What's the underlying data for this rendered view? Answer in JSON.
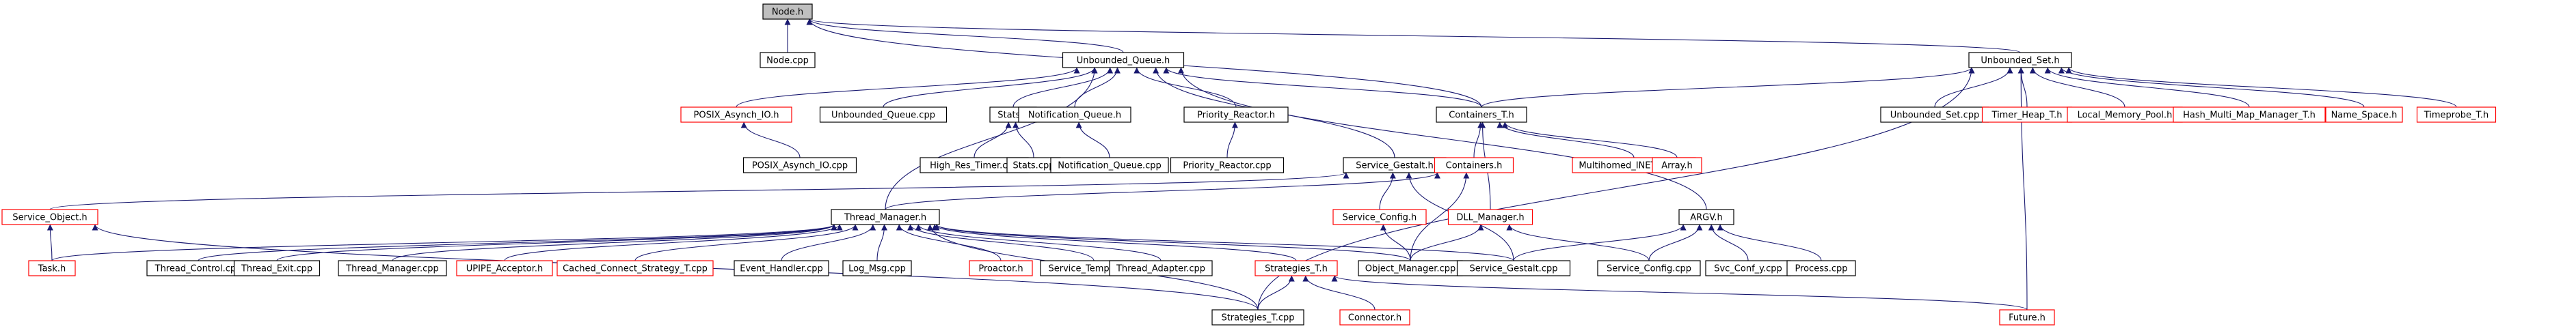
{
  "colors": {
    "node_border": "#000000",
    "node_border_missing": "#ff0000",
    "root_fill": "#bfbfbf",
    "edge_color": "#191970",
    "background": "#ffffff"
  },
  "nodes": [
    {
      "id": "node_h",
      "label": "Node.h",
      "variant": "root"
    },
    {
      "id": "node_cpp",
      "label": "Node.cpp",
      "variant": "normal"
    },
    {
      "id": "unbounded_queue_h",
      "label": "Unbounded_Queue.h",
      "variant": "normal"
    },
    {
      "id": "unbounded_set_h",
      "label": "Unbounded_Set.h",
      "variant": "normal"
    },
    {
      "id": "posix_asynch_io_h",
      "label": "POSIX_Asynch_IO.h",
      "variant": "missing"
    },
    {
      "id": "unbounded_queue_cpp",
      "label": "Unbounded_Queue.cpp",
      "variant": "normal"
    },
    {
      "id": "stats_h",
      "label": "Stats.h",
      "variant": "normal"
    },
    {
      "id": "notification_queue_h",
      "label": "Notification_Queue.h",
      "variant": "normal"
    },
    {
      "id": "priority_reactor_h",
      "label": "Priority_Reactor.h",
      "variant": "normal"
    },
    {
      "id": "containers_t_h",
      "label": "Containers_T.h",
      "variant": "normal"
    },
    {
      "id": "unbounded_set_cpp",
      "label": "Unbounded_Set.cpp",
      "variant": "normal"
    },
    {
      "id": "timer_heap_t_h",
      "label": "Timer_Heap_T.h",
      "variant": "missing"
    },
    {
      "id": "local_memory_pool_h",
      "label": "Local_Memory_Pool.h",
      "variant": "missing"
    },
    {
      "id": "hash_multi_map_manager_t_h",
      "label": "Hash_Multi_Map_Manager_T.h",
      "variant": "missing"
    },
    {
      "id": "name_space_h",
      "label": "Name_Space.h",
      "variant": "missing"
    },
    {
      "id": "timeprobe_t_h",
      "label": "Timeprobe_T.h",
      "variant": "missing"
    },
    {
      "id": "high_res_timer_cpp",
      "label": "High_Res_Timer.cpp",
      "variant": "normal"
    },
    {
      "id": "stats_cpp",
      "label": "Stats.cpp",
      "variant": "normal"
    },
    {
      "id": "notification_queue_cpp",
      "label": "Notification_Queue.cpp",
      "variant": "normal"
    },
    {
      "id": "priority_reactor_cpp",
      "label": "Priority_Reactor.cpp",
      "variant": "normal"
    },
    {
      "id": "posix_asynch_io_cpp",
      "label": "POSIX_Asynch_IO.cpp",
      "variant": "normal"
    },
    {
      "id": "service_gestalt_h",
      "label": "Service_Gestalt.h",
      "variant": "normal"
    },
    {
      "id": "containers_h",
      "label": "Containers.h",
      "variant": "missing"
    },
    {
      "id": "multihomed_inet_addr_h",
      "label": "Multihomed_INET_Addr.h",
      "variant": "missing"
    },
    {
      "id": "array_h",
      "label": "Array.h",
      "variant": "missing"
    },
    {
      "id": "service_object_h",
      "label": "Service_Object.h",
      "variant": "missing"
    },
    {
      "id": "thread_manager_h",
      "label": "Thread_Manager.h",
      "variant": "normal"
    },
    {
      "id": "service_config_h",
      "label": "Service_Config.h",
      "variant": "missing"
    },
    {
      "id": "dll_manager_h",
      "label": "DLL_Manager.h",
      "variant": "missing"
    },
    {
      "id": "argv_h",
      "label": "ARGV.h",
      "variant": "normal"
    },
    {
      "id": "task_h",
      "label": "Task.h",
      "variant": "missing"
    },
    {
      "id": "thread_control_cpp",
      "label": "Thread_Control.cpp",
      "variant": "normal"
    },
    {
      "id": "thread_exit_cpp",
      "label": "Thread_Exit.cpp",
      "variant": "normal"
    },
    {
      "id": "thread_manager_cpp",
      "label": "Thread_Manager.cpp",
      "variant": "normal"
    },
    {
      "id": "upipe_acceptor_h",
      "label": "UPIPE_Acceptor.h",
      "variant": "missing"
    },
    {
      "id": "cached_connect_strategy_t_cpp",
      "label": "Cached_Connect_Strategy_T.cpp",
      "variant": "missing"
    },
    {
      "id": "event_handler_cpp",
      "label": "Event_Handler.cpp",
      "variant": "normal"
    },
    {
      "id": "log_msg_cpp",
      "label": "Log_Msg.cpp",
      "variant": "normal"
    },
    {
      "id": "proactor_h",
      "label": "Proactor.h",
      "variant": "missing"
    },
    {
      "id": "service_templates_h",
      "label": "Service_Templates.h",
      "variant": "normal"
    },
    {
      "id": "thread_adapter_cpp",
      "label": "Thread_Adapter.cpp",
      "variant": "normal"
    },
    {
      "id": "strategies_t_h",
      "label": "Strategies_T.h",
      "variant": "missing"
    },
    {
      "id": "object_manager_cpp",
      "label": "Object_Manager.cpp",
      "variant": "normal"
    },
    {
      "id": "service_gestalt_cpp",
      "label": "Service_Gestalt.cpp",
      "variant": "normal"
    },
    {
      "id": "service_config_cpp",
      "label": "Service_Config.cpp",
      "variant": "normal"
    },
    {
      "id": "svc_conf_y_cpp",
      "label": "Svc_Conf_y.cpp",
      "variant": "normal"
    },
    {
      "id": "process_cpp",
      "label": "Process.cpp",
      "variant": "normal"
    },
    {
      "id": "strategies_t_cpp",
      "label": "Strategies_T.cpp",
      "variant": "normal"
    },
    {
      "id": "connector_h",
      "label": "Connector.h",
      "variant": "missing"
    },
    {
      "id": "future_h",
      "label": "Future.h",
      "variant": "missing"
    }
  ],
  "edges": [
    [
      "node_cpp",
      "node_h"
    ],
    [
      "unbounded_queue_h",
      "node_h"
    ],
    [
      "unbounded_set_h",
      "node_h"
    ],
    [
      "containers_t_h",
      "node_h"
    ],
    [
      "posix_asynch_io_h",
      "unbounded_queue_h"
    ],
    [
      "unbounded_queue_cpp",
      "unbounded_queue_h"
    ],
    [
      "stats_h",
      "unbounded_queue_h"
    ],
    [
      "notification_queue_h",
      "unbounded_queue_h"
    ],
    [
      "priority_reactor_h",
      "unbounded_queue_h"
    ],
    [
      "containers_t_h",
      "unbounded_queue_h"
    ],
    [
      "service_gestalt_h",
      "unbounded_queue_h"
    ],
    [
      "thread_manager_h",
      "unbounded_queue_h"
    ],
    [
      "argv_h",
      "unbounded_queue_h"
    ],
    [
      "unbounded_set_cpp",
      "unbounded_set_h"
    ],
    [
      "timer_heap_t_h",
      "unbounded_set_h"
    ],
    [
      "local_memory_pool_h",
      "unbounded_set_h"
    ],
    [
      "hash_multi_map_manager_t_h",
      "unbounded_set_h"
    ],
    [
      "name_space_h",
      "unbounded_set_h"
    ],
    [
      "timeprobe_t_h",
      "unbounded_set_h"
    ],
    [
      "containers_t_h",
      "unbounded_set_h"
    ],
    [
      "strategies_t_cpp",
      "unbounded_set_h"
    ],
    [
      "future_h",
      "unbounded_set_h"
    ],
    [
      "posix_asynch_io_cpp",
      "posix_asynch_io_h"
    ],
    [
      "high_res_timer_cpp",
      "stats_h"
    ],
    [
      "stats_cpp",
      "stats_h"
    ],
    [
      "notification_queue_cpp",
      "notification_queue_h"
    ],
    [
      "priority_reactor_cpp",
      "priority_reactor_h"
    ],
    [
      "containers_h",
      "containers_t_h"
    ],
    [
      "multihomed_inet_addr_h",
      "containers_t_h"
    ],
    [
      "array_h",
      "containers_t_h"
    ],
    [
      "dll_manager_h",
      "containers_t_h"
    ],
    [
      "service_object_h",
      "service_gestalt_h"
    ],
    [
      "service_config_h",
      "service_gestalt_h"
    ],
    [
      "service_gestalt_cpp",
      "service_gestalt_h"
    ],
    [
      "thread_manager_h",
      "containers_h"
    ],
    [
      "object_manager_cpp",
      "containers_h"
    ],
    [
      "object_manager_cpp",
      "service_config_h"
    ],
    [
      "service_config_cpp",
      "dll_manager_h"
    ],
    [
      "object_manager_cpp",
      "dll_manager_h"
    ],
    [
      "service_gestalt_cpp",
      "argv_h"
    ],
    [
      "service_config_cpp",
      "argv_h"
    ],
    [
      "svc_conf_y_cpp",
      "argv_h"
    ],
    [
      "process_cpp",
      "argv_h"
    ],
    [
      "task_h",
      "service_object_h"
    ],
    [
      "strategies_t_cpp",
      "service_object_h"
    ],
    [
      "task_h",
      "thread_manager_h"
    ],
    [
      "thread_control_cpp",
      "thread_manager_h"
    ],
    [
      "thread_exit_cpp",
      "thread_manager_h"
    ],
    [
      "thread_manager_cpp",
      "thread_manager_h"
    ],
    [
      "upipe_acceptor_h",
      "thread_manager_h"
    ],
    [
      "cached_connect_strategy_t_cpp",
      "thread_manager_h"
    ],
    [
      "event_handler_cpp",
      "thread_manager_h"
    ],
    [
      "log_msg_cpp",
      "thread_manager_h"
    ],
    [
      "proactor_h",
      "thread_manager_h"
    ],
    [
      "service_templates_h",
      "thread_manager_h"
    ],
    [
      "thread_adapter_cpp",
      "thread_manager_h"
    ],
    [
      "strategies_t_h",
      "thread_manager_h"
    ],
    [
      "object_manager_cpp",
      "thread_manager_h"
    ],
    [
      "service_gestalt_cpp",
      "thread_manager_h"
    ],
    [
      "strategies_t_cpp",
      "thread_manager_h"
    ],
    [
      "strategies_t_cpp",
      "strategies_t_h"
    ],
    [
      "connector_h",
      "strategies_t_h"
    ],
    [
      "future_h",
      "strategies_t_h"
    ]
  ]
}
